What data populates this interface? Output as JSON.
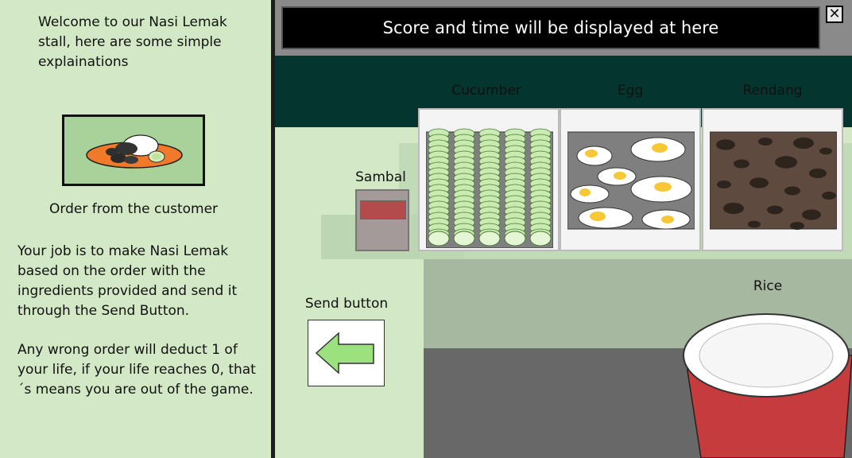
{
  "instructions": {
    "welcome": "Welcome to our Nasi Lemak stall, here are some simple explainations",
    "order_caption": "Order from the customer",
    "job": "Your job is to make Nasi Lemak based on the order with the ingredients provided and send it through the Send Button.",
    "wrong_order": "Any wrong order will deduct 1 of your life, if your life reaches 0, that´s means you are out of the game."
  },
  "hud": {
    "score_text": "Score and time will be displayed at here",
    "close_label": "✕"
  },
  "ingredients": {
    "sambal": "Sambal",
    "cucumber": "Cucumber",
    "egg": "Egg",
    "rendang": "Rendang",
    "rice": "Rice"
  },
  "send": {
    "label": "Send button",
    "icon": "left-arrow-icon"
  },
  "colors": {
    "panel_bg": "#d3e9c6",
    "counter": "#04352e",
    "sambal": "#b34a4c",
    "cup_red": "#c63b3b",
    "arrow_green": "#9be27e"
  }
}
